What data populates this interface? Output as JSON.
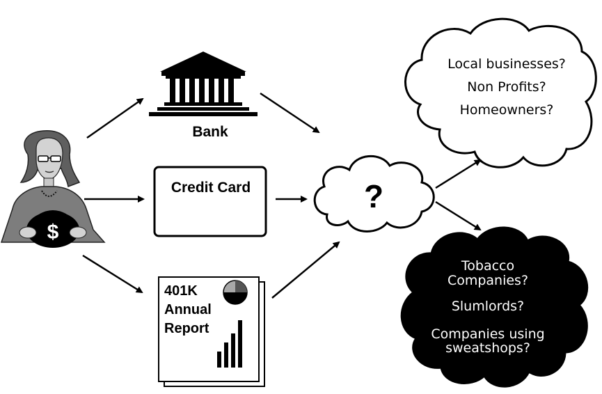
{
  "bank": {
    "label": "Bank"
  },
  "credit_card": {
    "label": "Credit Card"
  },
  "report": {
    "line1": "401K",
    "line2": "Annual",
    "line3": "Report"
  },
  "question": {
    "mark": "?"
  },
  "good_cloud": {
    "line1": "Local businesses?",
    "line2": "Non Profits?",
    "line3": "Homeowners?"
  },
  "bad_cloud": {
    "line1": "Tobacco",
    "line2": "Companies?",
    "line3": "Slumlords?",
    "line4": "Companies using",
    "line5": "sweatshops?"
  },
  "person": {
    "coin_symbol": "$"
  },
  "colors": {
    "bad_cloud_fill": "#000000",
    "good_cloud_fill": "#ffffff",
    "ink": "#000000"
  }
}
